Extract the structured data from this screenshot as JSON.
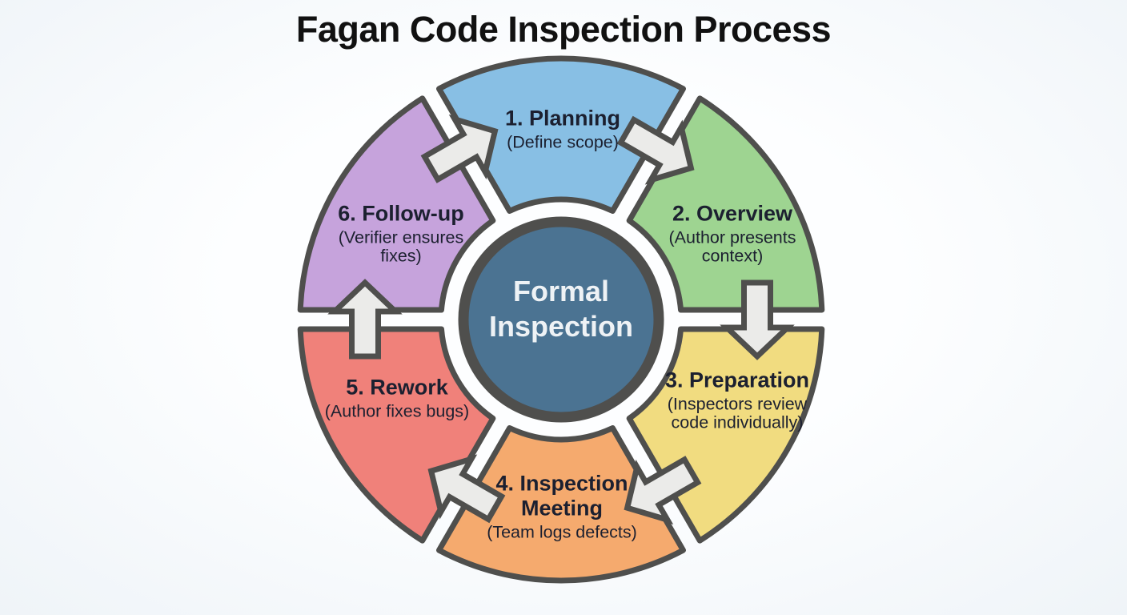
{
  "title": "Fagan Code Inspection Process",
  "center": {
    "label": "Formal Inspection",
    "fill": "#4b7392",
    "text_color": "#eef2f5"
  },
  "style": {
    "outline": "#4f4f4d",
    "arrow_fill": "#ebebe9",
    "background": "#fbfdfe",
    "title_color": "#111111",
    "label_color": "#1c2030"
  },
  "flow": {
    "direction": "clockwise",
    "arrow_count": 6
  },
  "segments": [
    {
      "id": "planning",
      "title": "1. Planning",
      "subtitle": "(Define scope)",
      "fill": "#88bfe4"
    },
    {
      "id": "overview",
      "title": "2. Overview",
      "subtitle": "(Author presents context)",
      "fill": "#9ed491"
    },
    {
      "id": "preparation",
      "title": "3. Preparation",
      "subtitle": "(Inspectors review code individually)",
      "fill": "#f1dc80"
    },
    {
      "id": "inspection-meeting",
      "title": "4. Inspection Meeting",
      "subtitle": "(Team logs defects)",
      "fill": "#f5aa6e"
    },
    {
      "id": "rework",
      "title": "5. Rework",
      "subtitle": "(Author fixes bugs)",
      "fill": "#f0817a"
    },
    {
      "id": "follow-up",
      "title": "6. Follow-up",
      "subtitle": "(Verifier ensures fixes)",
      "fill": "#c6a3dc"
    }
  ]
}
